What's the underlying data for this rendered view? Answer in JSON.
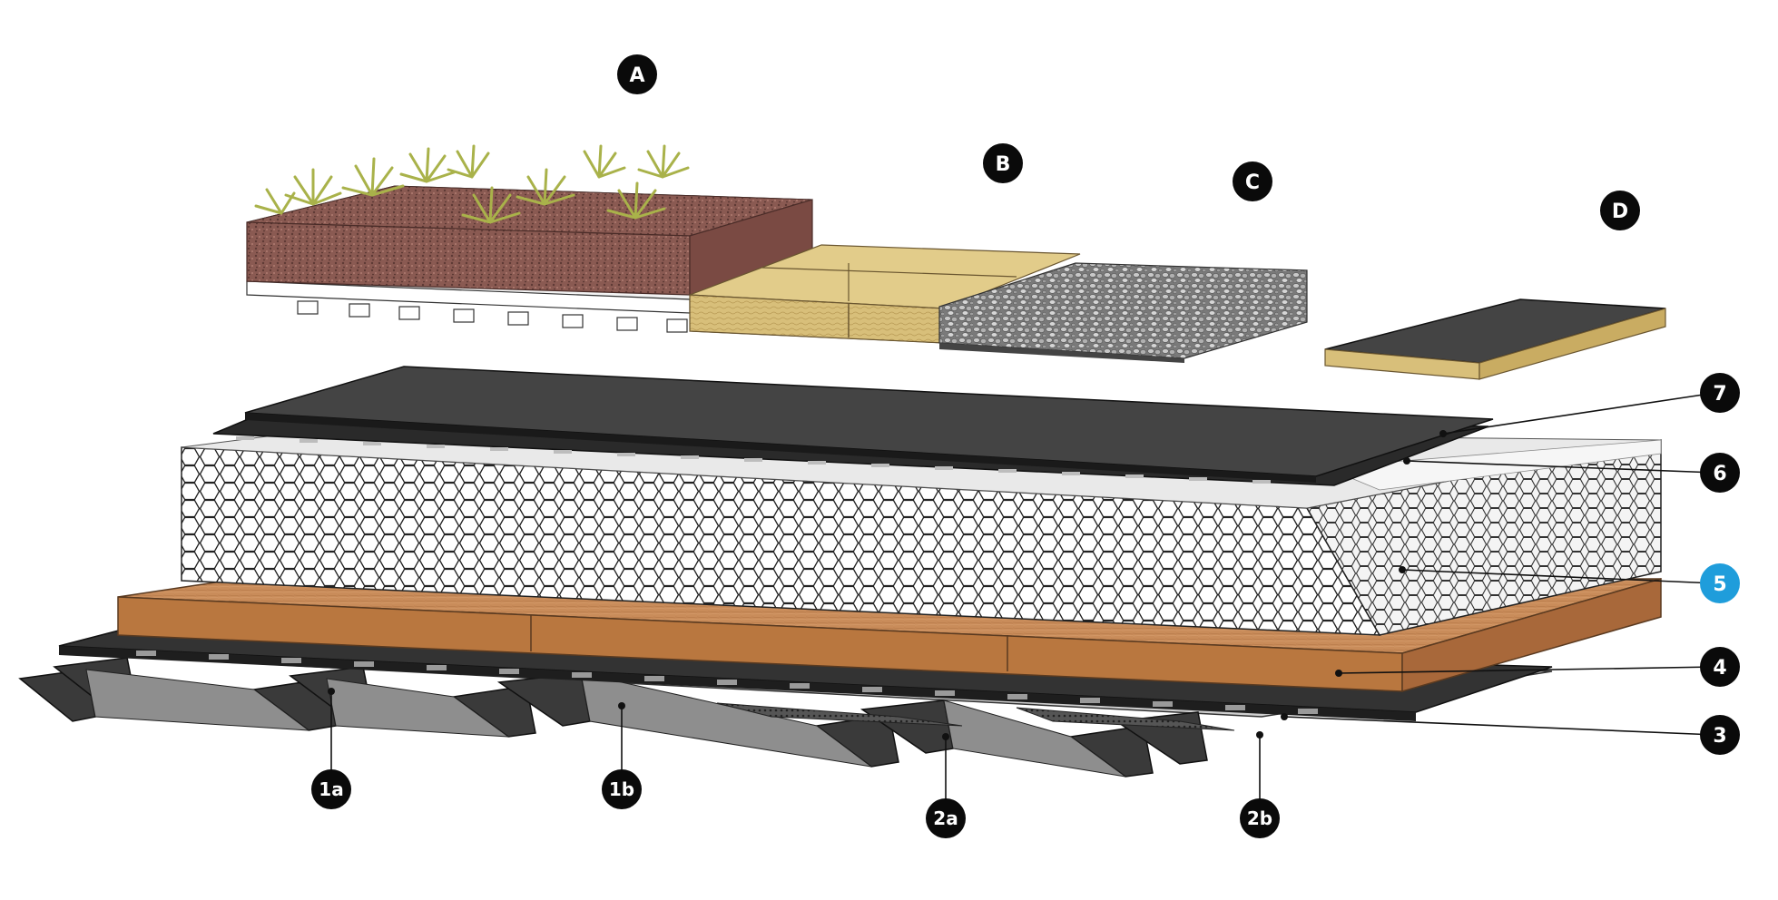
{
  "labels": {
    "A": "A",
    "B": "B",
    "C": "C",
    "D": "D",
    "7": "7",
    "6": "6",
    "5": "5",
    "4": "4",
    "3": "3",
    "1a": "1a",
    "1b": "1b",
    "2a": "2a",
    "2b": "2b"
  },
  "colors": {
    "label_fill": "#0a0a0a",
    "label_highlight": "#1f9ddb",
    "membrane": "#3d3d3d",
    "insulation_hex": "#ffffff",
    "fibreboard": "#c98c5a",
    "mineral_wool": "#d8bf7a",
    "soil": "#8a5a52",
    "plants": "#a9b24a",
    "gravel": "#9a9a9a",
    "deck": "#2e2e2e"
  }
}
